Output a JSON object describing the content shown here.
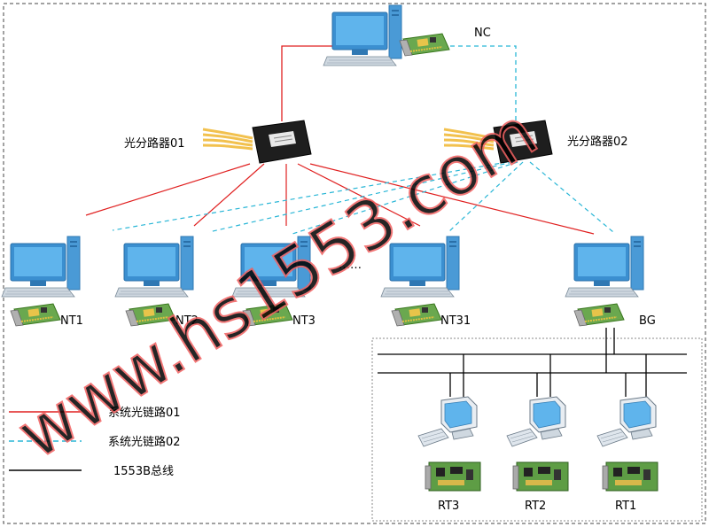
{
  "nodes": {
    "nc": "NC",
    "splitter_1": "光分路器01",
    "splitter_2": "光分路器02",
    "nt1": "NT1",
    "nt2": "NT2",
    "nt3": "NT3",
    "ellipsis": "……",
    "nt31": "NT31",
    "bg": "BG",
    "rt3": "RT3",
    "rt2": "RT2",
    "rt1": "RT1"
  },
  "legend": [
    {
      "label": "系统光链路01",
      "color": "#e02020",
      "style": "solid"
    },
    {
      "label": "系统光链路02",
      "color": "#29b6d6",
      "style": "dashed"
    },
    {
      "label": "1553B总线",
      "color": "#000000",
      "style": "solid"
    }
  ],
  "watermark": "www.hs1553.com",
  "colors": {
    "link01": "#e02020",
    "link02": "#29b6d6",
    "bus": "#000000",
    "monitor": "#4a9fd8",
    "watermark": "#f06060"
  }
}
